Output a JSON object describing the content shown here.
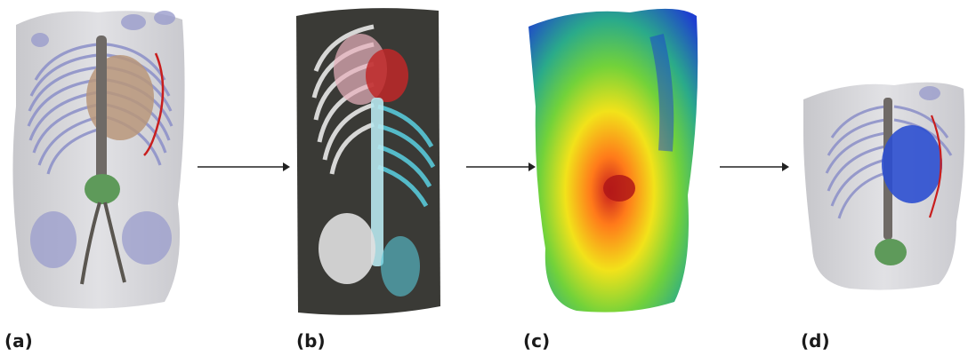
{
  "panels": [
    {
      "label": "(a)"
    },
    {
      "label": "(b)"
    },
    {
      "label": "(c)"
    },
    {
      "label": "(d)"
    }
  ],
  "colors": {
    "torso_shell": "#cfcfd4",
    "ribs": "#8f93c9",
    "heart": "#b8967a",
    "catheter": "#c81e1e",
    "stomach_green": "#5e9a5a",
    "dark_body": "#3a3a36",
    "bone": "#e8e8e8",
    "cyan_bone": "#58c8d8",
    "heart_red": "#c02828",
    "heart_blue": "#2c4fd0"
  }
}
